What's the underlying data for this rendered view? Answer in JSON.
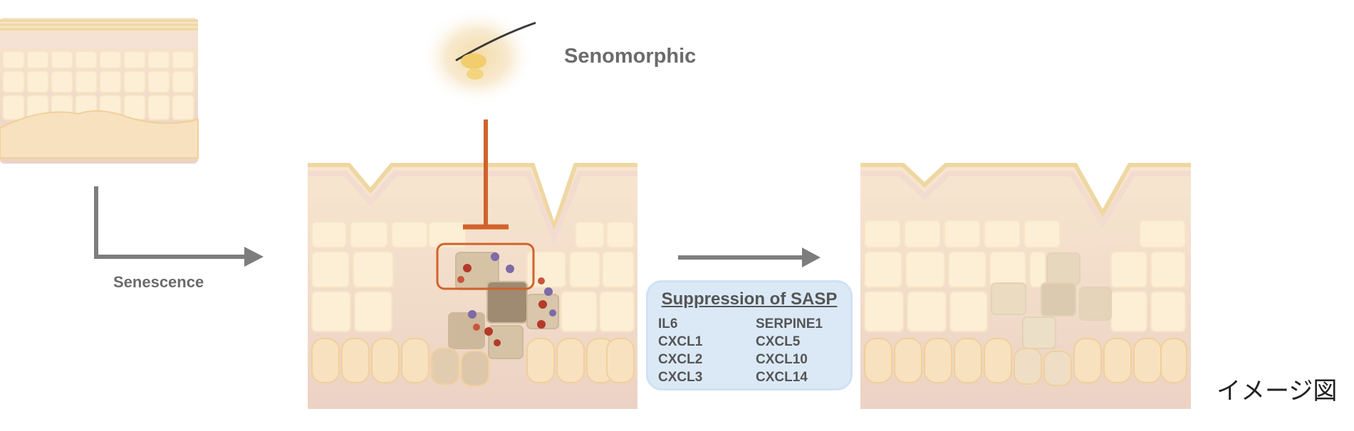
{
  "labels": {
    "treatment": "Senomorphic",
    "process": "Senescence"
  },
  "sasp": {
    "title": "Suppression of SASP",
    "genes_left": [
      "IL6",
      "CXCL1",
      "CXCL2",
      "CXCL3"
    ],
    "genes_right": [
      "SERPINE1",
      "CXCL5",
      "CXCL10",
      "CXCL14"
    ]
  },
  "note": "イメージ図",
  "colors": {
    "arrow": "#7d7d7d",
    "inhibition": "#d2622a",
    "sasp_background": "#dbe9f7",
    "skin_base": "#f3ddc4",
    "cell_fill": "#fcefd6",
    "senescent_cell": "#b59f82",
    "factor_red": "#b43a28",
    "factor_purple": "#7d6aa6"
  }
}
